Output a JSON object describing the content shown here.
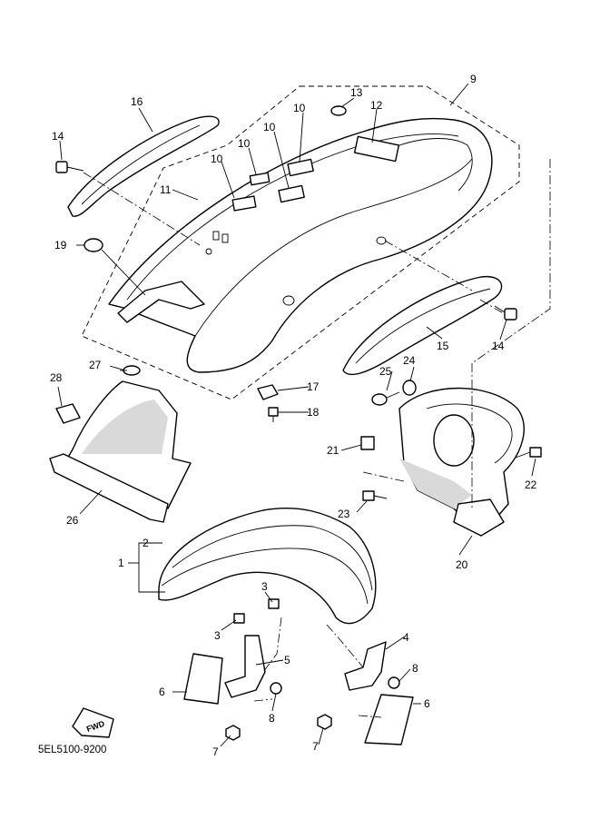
{
  "drawing_code": "5EL5100-9200",
  "fwd_label": "FWD",
  "callouts": {
    "c1": "1",
    "c2": "2",
    "c3a": "3",
    "c3b": "3",
    "c4": "4",
    "c5": "5",
    "c6a": "6",
    "c6b": "6",
    "c7a": "7",
    "c7b": "7",
    "c8a": "8",
    "c8b": "8",
    "c9": "9",
    "c10a": "10",
    "c10b": "10",
    "c10c": "10",
    "c10d": "10",
    "c11": "11",
    "c12": "12",
    "c13": "13",
    "c14a": "14",
    "c14b": "14",
    "c15": "15",
    "c16": "16",
    "c17": "17",
    "c18": "18",
    "c19": "19",
    "c20": "20",
    "c21": "21",
    "c22": "22",
    "c23": "23",
    "c24": "24",
    "c25": "25",
    "c26": "26",
    "c27": "27",
    "c28": "28"
  }
}
